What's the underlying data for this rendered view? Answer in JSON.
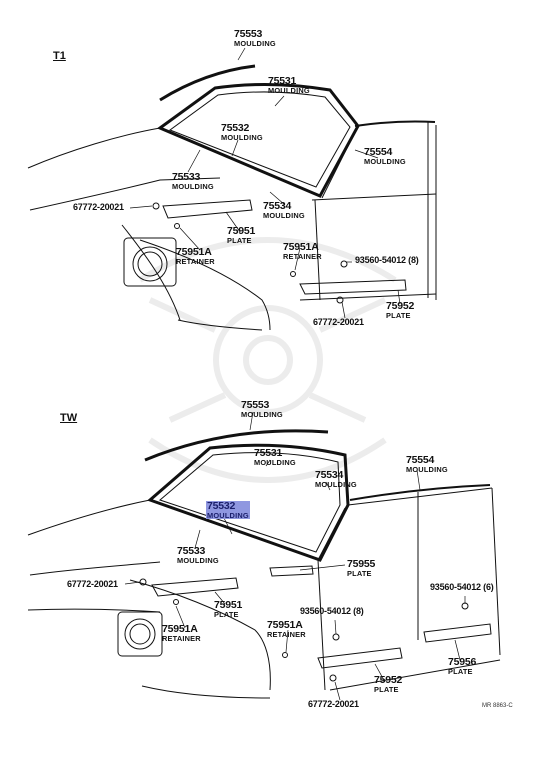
{
  "sections": {
    "top": "T1",
    "bottom": "TW"
  },
  "top": {
    "p75553": {
      "num": "75553",
      "name": "MOULDING"
    },
    "p75531": {
      "num": "75531",
      "name": "MOULDING"
    },
    "p75532": {
      "num": "75532",
      "name": "MOULDING"
    },
    "p75554": {
      "num": "75554",
      "name": "MOULDING"
    },
    "p75533": {
      "num": "75533",
      "name": "MOULDING"
    },
    "p75534": {
      "num": "75534",
      "name": "MOULDING"
    },
    "p67772a": {
      "num": "67772-20021"
    },
    "p75951": {
      "num": "75951",
      "name": "PLATE"
    },
    "p75951A_left": {
      "num": "75951A",
      "name": "RETAINER"
    },
    "p75951A_right": {
      "num": "75951A",
      "name": "RETAINER"
    },
    "p93560": {
      "num": "93560-54012 (8)"
    },
    "p75952": {
      "num": "75952",
      "name": "PLATE"
    },
    "p67772b": {
      "num": "67772-20021"
    }
  },
  "bottom": {
    "p75553": {
      "num": "75553",
      "name": "MOULDING"
    },
    "p75531": {
      "num": "75531",
      "name": "MOULDING"
    },
    "p75534": {
      "num": "75534",
      "name": "MOULDING"
    },
    "p75554": {
      "num": "75554",
      "name": "MOULDING"
    },
    "p75532": {
      "num": "75532",
      "name": "MOULDING"
    },
    "p75533": {
      "num": "75533",
      "name": "MOULDING"
    },
    "p75955": {
      "num": "75955",
      "name": "PLATE"
    },
    "p67772a": {
      "num": "67772-20021"
    },
    "p93560_right": {
      "num": "93560-54012 (6)"
    },
    "p75951": {
      "num": "75951",
      "name": "PLATE"
    },
    "p93560_mid": {
      "num": "93560-54012 (8)"
    },
    "p75951A": {
      "num": "75951A",
      "name": "RETAINER"
    },
    "p75952": {
      "num": "75952",
      "name": "PLATE"
    },
    "p75956": {
      "num": "75956",
      "name": "PLATE"
    },
    "p67772b": {
      "num": "67772-20021"
    }
  },
  "drawing_code": "MR 8863-C",
  "highlight_color": "#8f97e0"
}
